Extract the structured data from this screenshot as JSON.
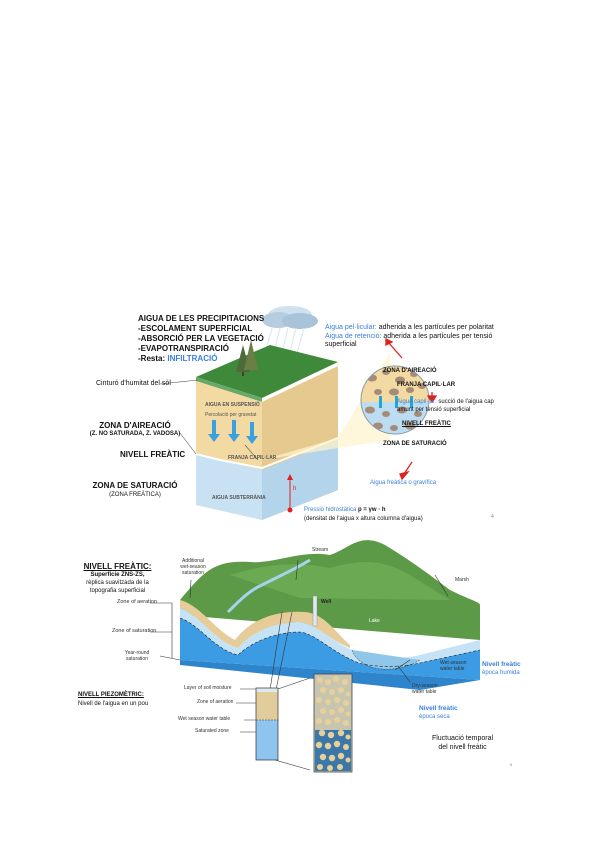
{
  "figure1": {
    "precipitation": {
      "title": "AIGUA DE LES PRECIPITACIONS",
      "items": [
        "-ESCOLAMENT SUPERFICIAL",
        "-ABSORCIÓ PER LA VEGETACIÓ",
        "-EVAPOTRANSPIRACIÓ"
      ],
      "rest_prefix": "-Resta: ",
      "rest_value": "INFILTRACIÓ"
    },
    "soil_moisture_belt": "Cinturó d'humitat del sòl",
    "aeration_zone": {
      "title": "ZONA D'AIREACIÓ",
      "subtitle": "(Z. NO SATURADA, Z. VADOSA)"
    },
    "water_table": "NIVELL FREÀTIC",
    "saturation_zone": {
      "title": "ZONA DE SATURACIÓ",
      "subtitle": "(ZONA FREÀTICA)"
    },
    "block_labels": {
      "suspended_water": "AIGUA EN SUSPENSIÓ",
      "gravity_percolation": "Percolació per gravetat",
      "capillary_fringe": "FRANJA CAPIL·LAR",
      "groundwater": "AIGUA SUBTERRÀNIA",
      "height_symbol": "h"
    },
    "right_notes": {
      "pellicular_label": "Aigua pel·licular:",
      "pellicular_text": " adherida a les partícules per polaritat",
      "retention_label": "Aigua de retenció:",
      "retention_text": " adherida a les partícules per tensió superficial",
      "aeration_zone": "ZONA D'AIREACIÓ",
      "capillary_fringe": "FRANJA CAPIL·LAR",
      "capillary_label": "Aigua capil·lar:",
      "capillary_text": " succió de l'aigua cap amunt per tensió superficial",
      "water_table": "NIVELL FREÀTIC",
      "saturation_zone": "ZONA DE SATURACIÓ",
      "phreatic_water": "Aigua freàtica o gravífica",
      "pressure_label": "Pressió hidrostàtica",
      "pressure_formula": " p = γw · h",
      "pressure_note": "(densitat de l'aigua x altura columna d'aigua)",
      "page_number": "4"
    }
  },
  "figure2": {
    "water_table": {
      "title": "NIVELL FREÀTIC:",
      "line1": "Superfície ZNS-ZS,",
      "line2": "rèplica suavitzada de la",
      "line3": "topografia superficial"
    },
    "labels": {
      "additional": "Additional\nwet-season\nsaturation",
      "zone_aeration": "Zone of aeration",
      "zone_saturation": "Zone of saturation",
      "year_round": "Year-round\nsaturation",
      "stream": "Stream",
      "well": "Well",
      "lake": "Lake",
      "marsh": "Marsh",
      "wet_season": "Wet-season\nwater table",
      "dry_season": "Dry-season\nwater table"
    },
    "blue_notes": {
      "humid_title": "Nivell freàtic",
      "humid_sub": "època humida",
      "dry_title": "Nivell freàtic",
      "dry_sub": "època seca"
    },
    "piezometric": {
      "title": "NIVELL PIEZOMÈTRIC:",
      "subtitle": "Nivell de l'aigua en un pou"
    },
    "column_labels": {
      "soil_moisture": "Layer of soil moisture",
      "aeration": "Zone of aeration",
      "wet_table": "Wet season water table",
      "saturated": "Saturated zone"
    },
    "fluctuation": {
      "line1": "Fluctuació temporal",
      "line2": "del nivell freàtic"
    },
    "page_number": "5"
  },
  "colors": {
    "blue_text": "#3a7fd8",
    "sand": "#f3d9a2",
    "groundwater": "#c9e2f3",
    "deep_water": "#3b9be3",
    "grass": "#3f8a3a",
    "arrow_red": "#e02020"
  }
}
